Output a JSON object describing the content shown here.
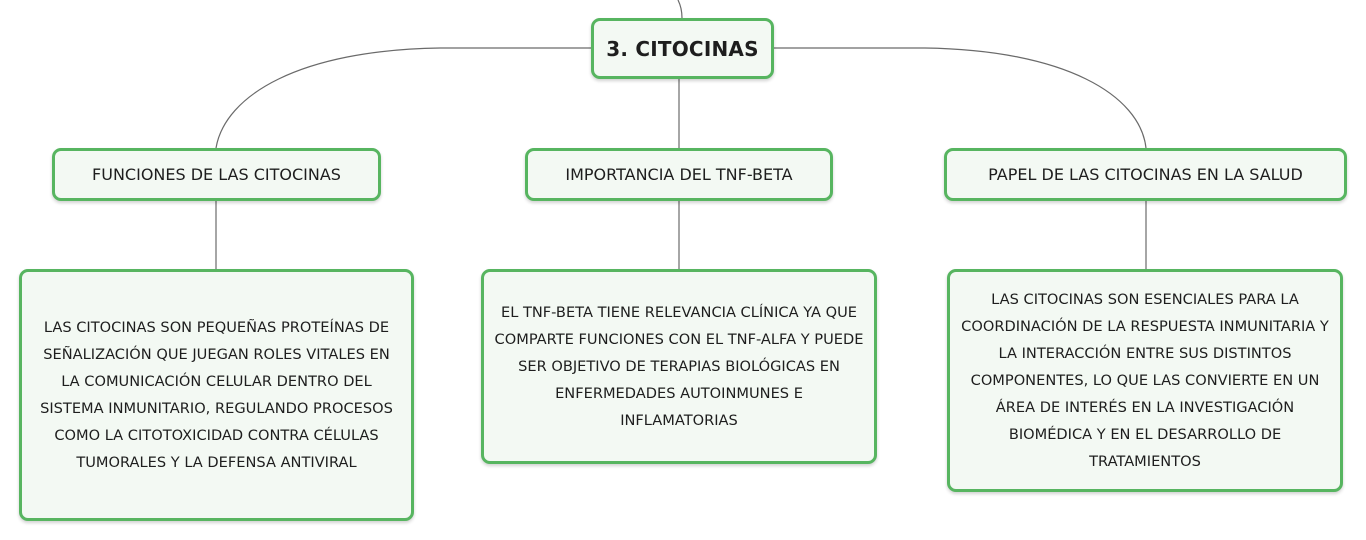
{
  "root": {
    "label": "3. CITOCINAS"
  },
  "topics": [
    {
      "title": "FUNCIONES DE LAS CITOCINAS",
      "detail": "LAS CITOCINAS SON PEQUEÑAS PROTEÍNAS DE SEÑALIZACIÓN QUE JUEGAN ROLES VITALES EN LA COMUNICACIÓN CELULAR DENTRO DEL SISTEMA INMUNITARIO, REGULANDO PROCESOS COMO LA CITOTOXICIDAD CONTRA CÉLULAS TUMORALES Y LA DEFENSA ANTIVIRAL"
    },
    {
      "title": "IMPORTANCIA DEL TNF-BETA",
      "detail": "EL TNF-BETA TIENE RELEVANCIA CLÍNICA YA QUE COMPARTE FUNCIONES CON EL TNF-ALFA Y PUEDE SER OBJETIVO DE TERAPIAS BIOLÓGICAS EN ENFERMEDADES AUTOINMUNES E INFLAMATORIAS"
    },
    {
      "title": "PAPEL DE LAS CITOCINAS EN LA SALUD",
      "detail": "LAS CITOCINAS SON ESENCIALES PARA LA COORDINACIÓN DE LA RESPUESTA INMUNITARIA Y LA INTERACCIÓN ENTRE SUS DISTINTOS COMPONENTES, LO QUE LAS CONVIERTE EN UN ÁREA DE INTERÉS EN LA INVESTIGACIÓN BIOMÉDICA Y EN EL DESARROLLO DE TRATAMIENTOS"
    }
  ],
  "colors": {
    "node_border": "#57b560",
    "node_fill": "#f3f9f3",
    "connector": "#6a6a6a",
    "text": "#1e1e1e"
  }
}
